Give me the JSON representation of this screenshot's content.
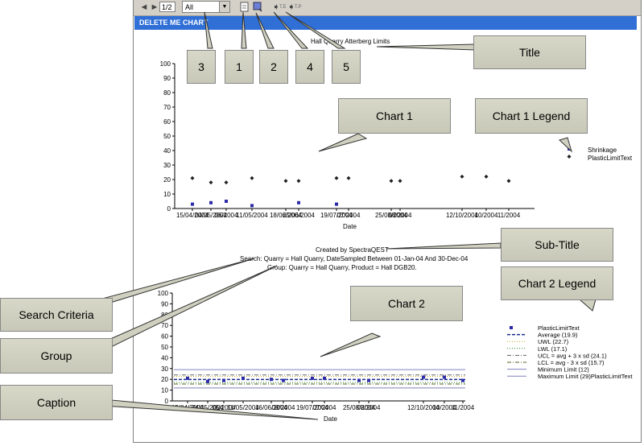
{
  "toolbar": {
    "page_value": "1/2",
    "group_value": "All",
    "export_label": "T.E",
    "next_label": "T.P"
  },
  "report_title": "DELETE ME CHART",
  "chart1": {
    "title": "Hall Quarry Atterberg Limits",
    "xlabel": "Date",
    "legend": [
      "Shrinkage",
      "PlasticLimitText"
    ]
  },
  "subtitle": {
    "line1": "Created by SpectraQEST",
    "line2": "Search: Quarry = Hall Quarry, DateSampled Between 01-Jan-04 And 30-Dec-04",
    "line3": "Group: Quarry = Hall Quarry, Product = Hall DGB20."
  },
  "chart2": {
    "xlabel": "Date",
    "legend": [
      "PlasticLimitText",
      "Average (19.9)",
      "UWL (22.7)",
      "LWL (17.1)",
      "UCL = avg + 3 x sd (24.1)",
      "LCL = avg - 3 x sd (15.7)",
      "Minimum Limit (12)",
      "Maximum Limit (29)PlasticLimitText"
    ]
  },
  "chart_data": [
    {
      "type": "scatter",
      "title": "Hall Quarry Atterberg Limits",
      "xlabel": "Date",
      "ylabel": "",
      "ylim": [
        0,
        100
      ],
      "yticks": [
        0,
        10,
        20,
        30,
        40,
        50,
        60,
        70,
        80,
        90,
        100
      ],
      "xticks": [
        "15/04/2004",
        "04/05/2004",
        "06/2004",
        "11/05/2004",
        "18/06/2004",
        "25/06/2004",
        "19/07/2004",
        "07/2004",
        "25/08/2004",
        "08/2004",
        "12/10/2004",
        "10/2004",
        "11/2004"
      ],
      "x": [
        "15/04/2004",
        "04/05/2004",
        "06/2004",
        "11/05/2004",
        "18/06/2004",
        "25/06/2004",
        "19/07/2004",
        "07/2004",
        "25/08/2004",
        "08/2004",
        "12/10/2004",
        "10/2004",
        "11/2004"
      ],
      "series": [
        {
          "name": "Shrinkage",
          "marker": "diamond",
          "color": "#202020",
          "values": [
            21,
            18,
            18,
            21,
            19,
            19,
            21,
            21,
            19,
            19,
            22,
            22,
            19
          ]
        },
        {
          "name": "PlasticLimitText",
          "marker": "square",
          "color": "#2a2aa8",
          "values": [
            3,
            4,
            5,
            2,
            null,
            4,
            3,
            null,
            null,
            null,
            null,
            null,
            null
          ]
        }
      ]
    },
    {
      "type": "line",
      "title": "",
      "xlabel": "Date",
      "ylabel": "",
      "ylim": [
        0,
        100
      ],
      "yticks": [
        0,
        10,
        20,
        30,
        40,
        50,
        60,
        70,
        80,
        90,
        100
      ],
      "xticks": [
        "15/04/2004",
        "04/05/2004",
        "05/2004",
        "11/05/2004",
        "16/06/2004",
        "08/2004",
        "19/07/2004",
        "07/2004",
        "25/08/2004",
        "08/2004",
        "12/10/2004",
        "10/2004",
        "11/2004"
      ],
      "series": [
        {
          "name": "PlasticLimitText",
          "marker": "square",
          "color": "#2a2aa8",
          "values": [
            21,
            18,
            19,
            21,
            20,
            19,
            21,
            21,
            19,
            19,
            22,
            22,
            19
          ]
        },
        {
          "name": "Average (19.9)",
          "value": 19.9,
          "style": "dashed",
          "color": "#1a2a8a"
        },
        {
          "name": "UWL (22.7)",
          "value": 22.7,
          "style": "dotted",
          "color": "#c8a020"
        },
        {
          "name": "LWL (17.1)",
          "value": 17.1,
          "style": "dotted",
          "color": "#208020"
        },
        {
          "name": "UCL = avg + 3 x sd (24.1)",
          "value": 24.1,
          "style": "dashdot",
          "color": "#606060"
        },
        {
          "name": "LCL = avg - 3 x sd (15.7)",
          "value": 15.7,
          "style": "dashdot",
          "color": "#506020"
        },
        {
          "name": "Minimum Limit (12)",
          "value": 12,
          "style": "solid",
          "color": "#8080c0"
        },
        {
          "name": "Maximum Limit (29)PlasticLimitText",
          "value": 29,
          "style": "solid",
          "color": "#8080c0"
        }
      ]
    }
  ],
  "callouts": {
    "n3": "3",
    "n1": "1",
    "n2": "2",
    "n4": "4",
    "n5": "5",
    "title": "Title",
    "chart1": "Chart 1",
    "chart1_legend": "Chart 1 Legend",
    "subtitle": "Sub-Title",
    "chart2_legend": "Chart 2 Legend",
    "chart2": "Chart 2",
    "search": "Search Criteria",
    "group": "Group",
    "caption": "Caption"
  },
  "colors": {
    "titlebar": "#2f6fd6",
    "callout": "#d0d0c0"
  }
}
